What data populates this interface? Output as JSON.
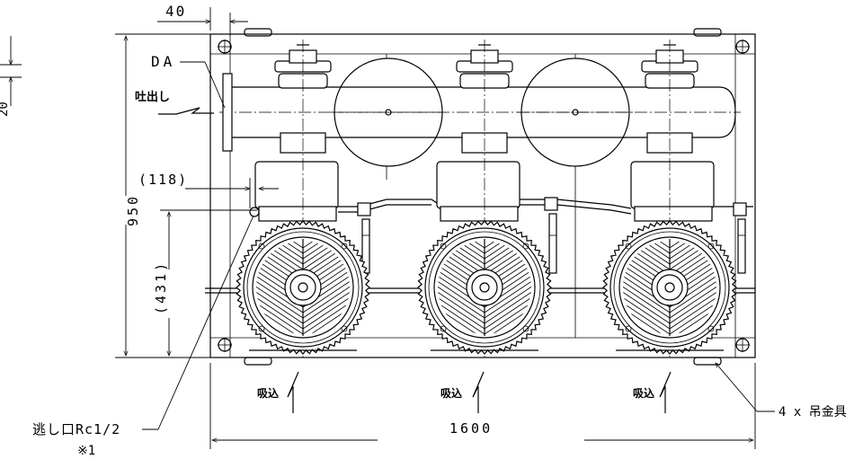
{
  "labels": {
    "dim_top": "40",
    "dim_side": "20",
    "da": "DA",
    "discharge": "吐出し",
    "dim_118": "(118)",
    "dim_950": "950",
    "dim_431": "(431)",
    "suction": "吸込",
    "relief_port": "逃し口Rc1/2",
    "note": "※1",
    "lifting": "4 x 吊金具",
    "dim_1600": "1600"
  }
}
